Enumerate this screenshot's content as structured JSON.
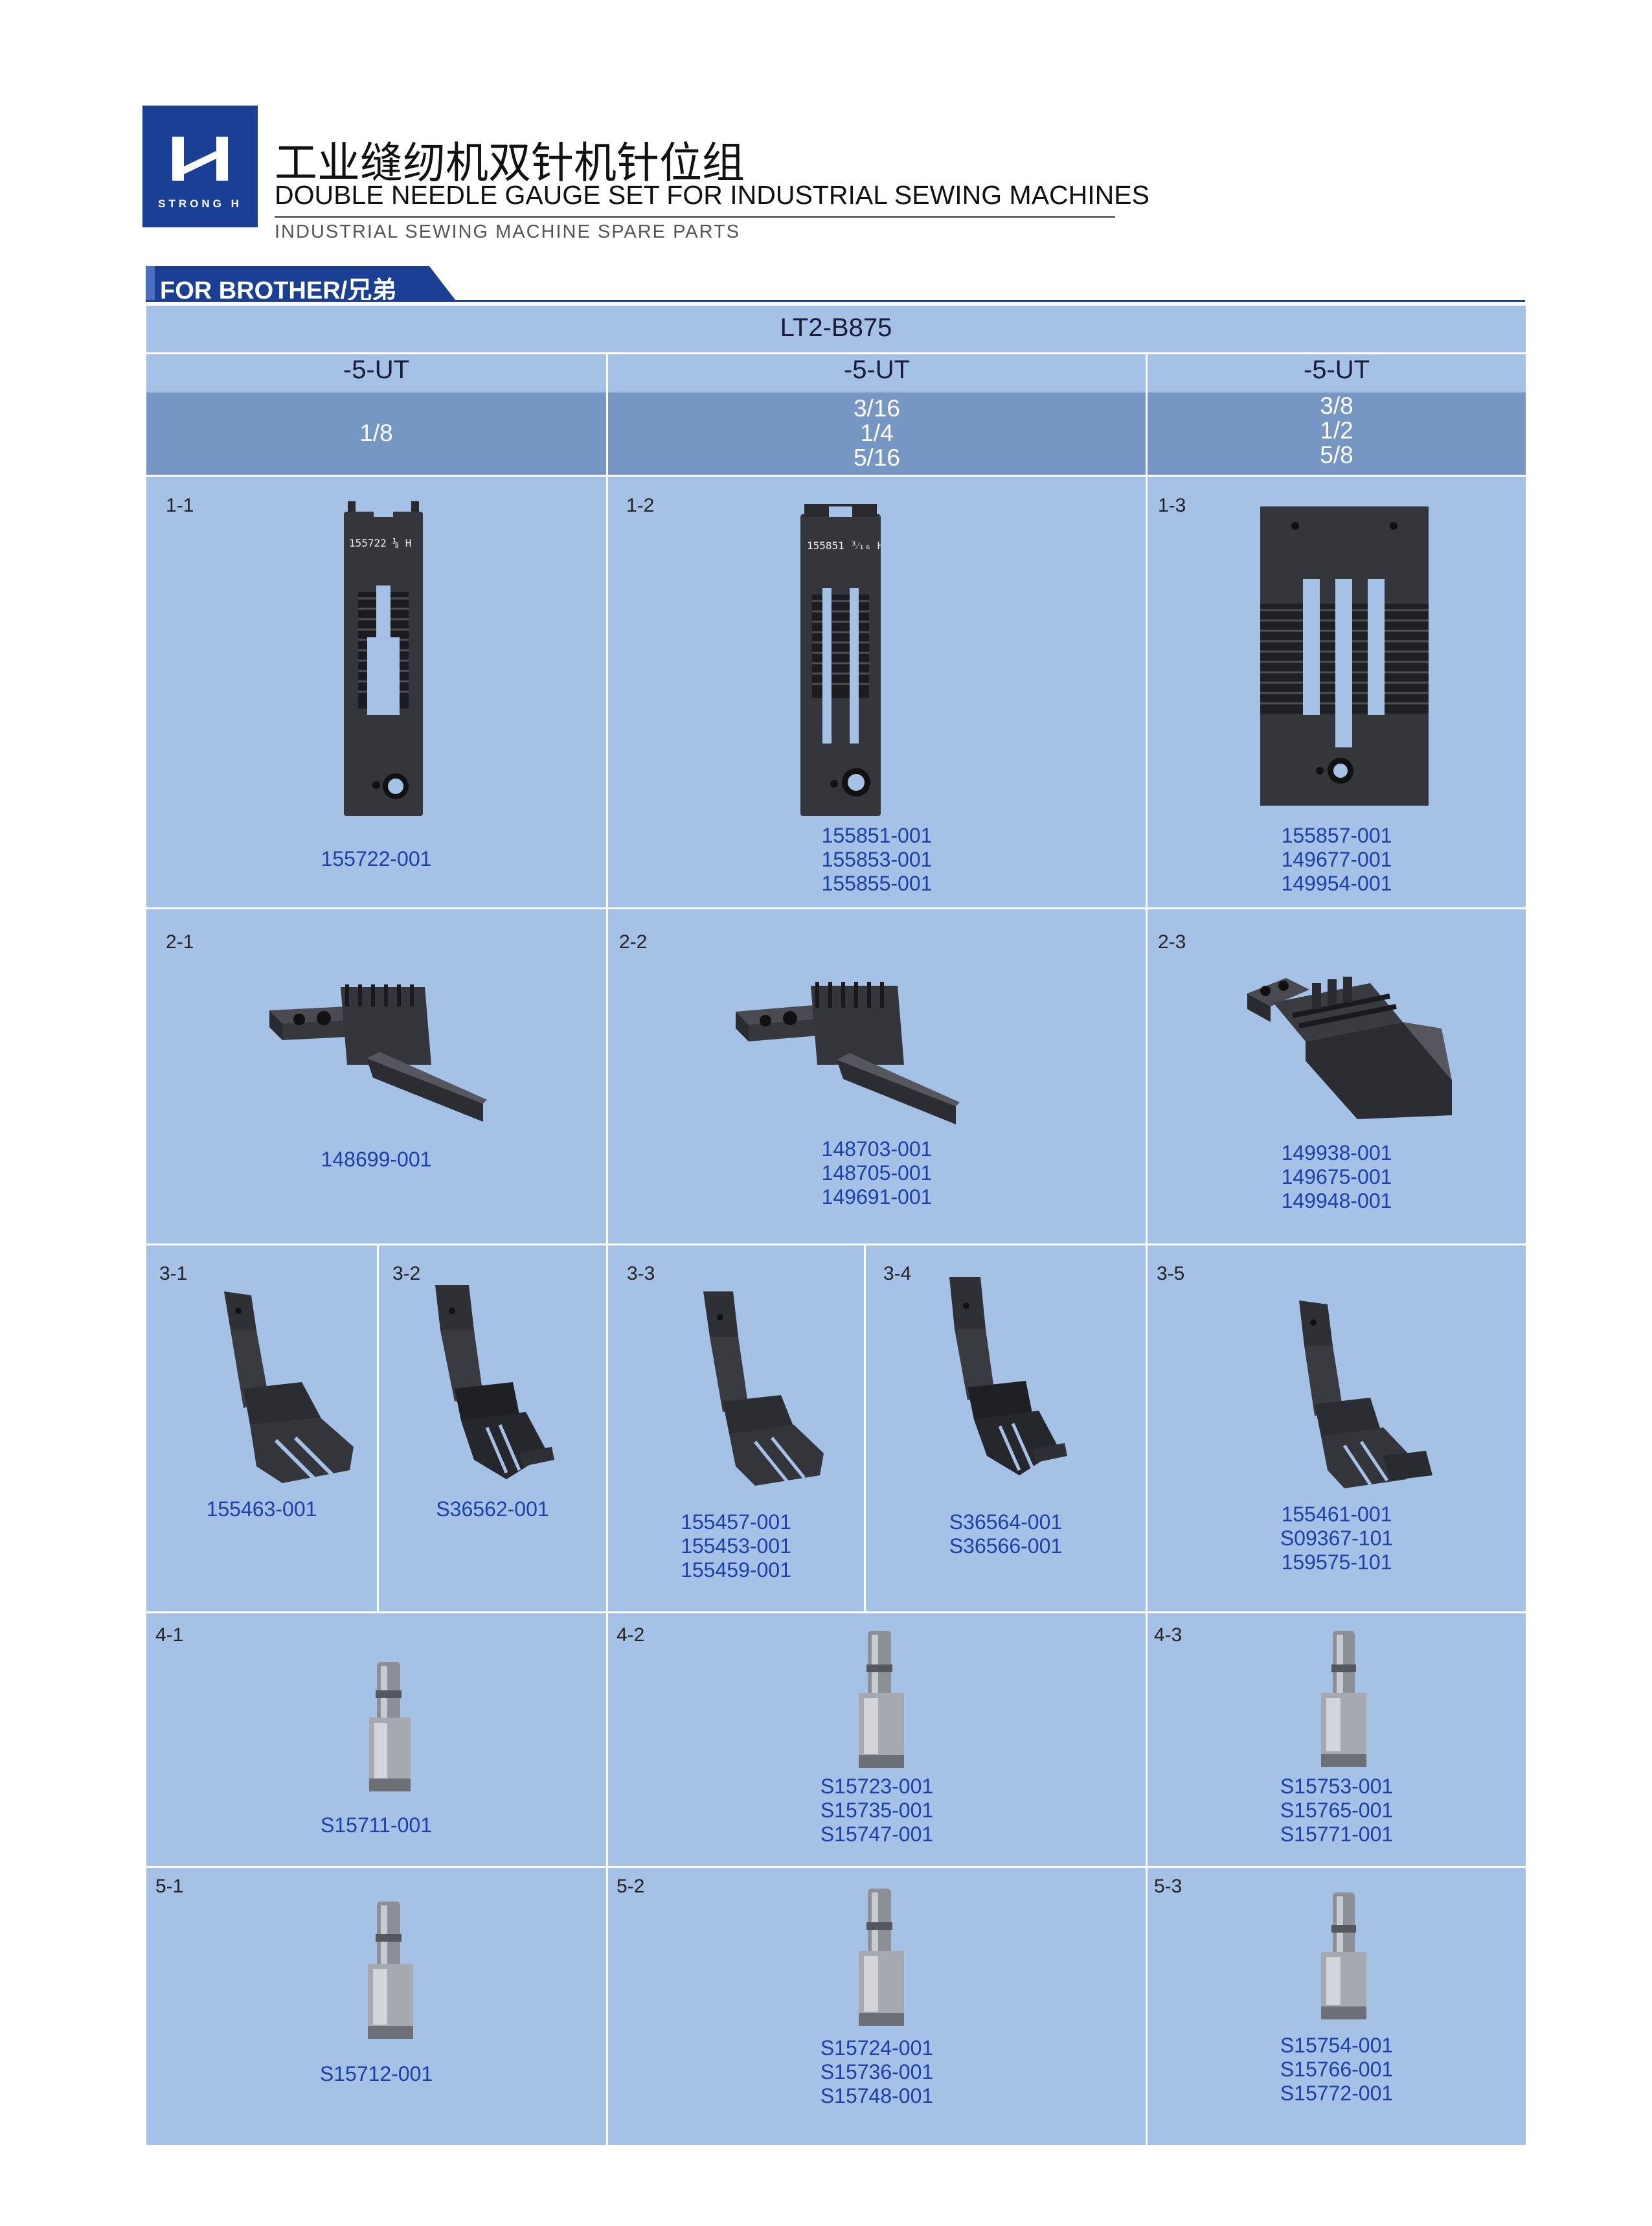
{
  "header": {
    "logo_text": "STRONG H",
    "title_cn": "工业缝纫机双针机针位组",
    "title_en": "DOUBLE NEEDLE GAUGE SET FOR INDUSTRIAL SEWING MACHINES",
    "subtitle": "INDUSTRIAL SEWING MACHINE SPARE PARTS",
    "brand_tab": "FOR BROTHER/兄弟"
  },
  "table": {
    "model": "LT2-B875",
    "columns": [
      {
        "variant": "-5-UT",
        "sizes": [
          "1/8"
        ]
      },
      {
        "variant": "-5-UT",
        "sizes": [
          "3/16",
          "1/4",
          "5/16"
        ]
      },
      {
        "variant": "-5-UT",
        "sizes": [
          "3/8",
          "1/2",
          "5/8"
        ]
      }
    ],
    "row1": [
      {
        "id": "1-1",
        "imprint": "155722 1/8 H",
        "parts": [
          "155722-001"
        ]
      },
      {
        "id": "1-2",
        "imprint": "155851 3/16 H",
        "parts": [
          "155851-001",
          "155853-001",
          "155855-001"
        ]
      },
      {
        "id": "1-3",
        "parts": [
          "155857-001",
          "149677-001",
          "149954-001"
        ]
      }
    ],
    "row2": [
      {
        "id": "2-1",
        "parts": [
          "148699-001"
        ]
      },
      {
        "id": "2-2",
        "parts": [
          "148703-001",
          "148705-001",
          "149691-001"
        ]
      },
      {
        "id": "2-3",
        "parts": [
          "149938-001",
          "149675-001",
          "149948-001"
        ]
      }
    ],
    "row3": [
      {
        "id": "3-1",
        "parts": [
          "155463-001"
        ]
      },
      {
        "id": "3-2",
        "parts": [
          "S36562-001"
        ]
      },
      {
        "id": "3-3",
        "parts": [
          "155457-001",
          "155453-001",
          "155459-001"
        ]
      },
      {
        "id": "3-4",
        "parts": [
          "S36564-001",
          "S36566-001"
        ]
      },
      {
        "id": "3-5",
        "parts": [
          "155461-001",
          "S09367-101",
          "159575-101"
        ]
      }
    ],
    "row4": [
      {
        "id": "4-1",
        "parts": [
          "S15711-001"
        ]
      },
      {
        "id": "4-2",
        "parts": [
          "S15723-001",
          "S15735-001",
          "S15747-001"
        ]
      },
      {
        "id": "4-3",
        "parts": [
          "S15753-001",
          "S15765-001",
          "S15771-001"
        ]
      }
    ],
    "row5": [
      {
        "id": "5-1",
        "parts": [
          "S15712-001"
        ]
      },
      {
        "id": "5-2",
        "parts": [
          "S15724-001",
          "S15736-001",
          "S15748-001"
        ]
      },
      {
        "id": "5-3",
        "parts": [
          "S15754-001",
          "S15766-001",
          "S15772-001"
        ]
      }
    ]
  },
  "colors": {
    "logo_blue": "#1b3f94",
    "cell_blue": "#a5c1e6",
    "header_dark": "#7696c4",
    "part_number": "#1c3fa8"
  }
}
